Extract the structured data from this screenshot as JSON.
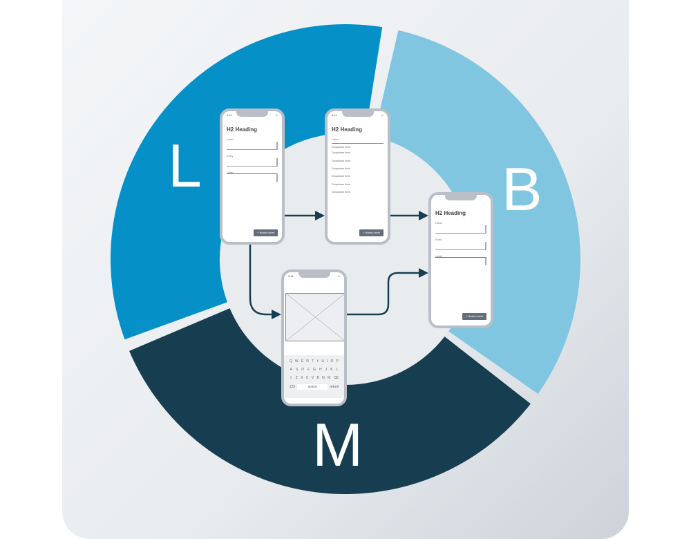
{
  "cycle": {
    "learn": "L",
    "build": "B",
    "measure": "M",
    "colors": {
      "learn": "#0690c8",
      "build": "#80c6e0",
      "measure": "#163e50"
    }
  },
  "phones": {
    "form1": {
      "time": "9:41",
      "heading": "H2 Heading",
      "labels": [
        "Label",
        "Entry",
        "Label"
      ],
      "button": "Button label"
    },
    "dropdown": {
      "time": "9:41",
      "heading": "H2 Heading",
      "label": "Label",
      "items": [
        "Dropdown item",
        "Dropdown item",
        "Dropdown item",
        "Dropdown item",
        "Dropdown item",
        "Dropdown item",
        "Dropdown item"
      ],
      "button": "Button label"
    },
    "form2": {
      "heading": "H2 Heading",
      "labels": [
        "Label",
        "Entry",
        "Label"
      ],
      "button": "Button label"
    },
    "keyboard": {
      "time": "9:41",
      "rows": [
        [
          "Q",
          "W",
          "E",
          "R",
          "T",
          "Y",
          "U",
          "I",
          "O",
          "P"
        ],
        [
          "A",
          "S",
          "D",
          "F",
          "G",
          "H",
          "J",
          "K",
          "L"
        ],
        [
          "⇧",
          "Z",
          "X",
          "C",
          "V",
          "B",
          "N",
          "M",
          "⌫"
        ]
      ],
      "num": "123",
      "space": "space",
      "return": "return"
    }
  }
}
